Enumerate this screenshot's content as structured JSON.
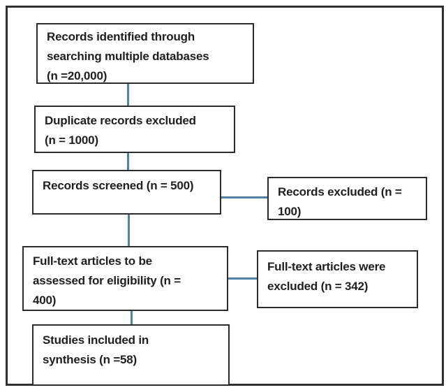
{
  "diagram": {
    "type": "flowchart",
    "nodes": {
      "identified": {
        "text": "Records identified through\nsearching multiple databases\n(n =20,000)",
        "count": "20,000"
      },
      "duplicates_excluded": {
        "text": "Duplicate records excluded\n(n = 1000)",
        "count": "1000"
      },
      "screened": {
        "text": "Records screened (n = 500)",
        "count": "500"
      },
      "records_excluded": {
        "text": "Records excluded (n =\n100)",
        "count": "100"
      },
      "fulltext_assessed": {
        "text": "Full-text articles to be\nassessed for eligibility (n =\n400)",
        "count": "400"
      },
      "fulltext_excluded": {
        "text": "Full-text articles were\nexcluded (n = 342)",
        "count": "342"
      },
      "included": {
        "text": "Studies included in\nsynthesis (n =58)",
        "count": "58"
      }
    },
    "edges": [
      {
        "from": "identified",
        "to": "duplicates_excluded",
        "direction": "down"
      },
      {
        "from": "duplicates_excluded",
        "to": "screened",
        "direction": "down"
      },
      {
        "from": "screened",
        "to": "records_excluded",
        "direction": "right"
      },
      {
        "from": "screened",
        "to": "fulltext_assessed",
        "direction": "down"
      },
      {
        "from": "fulltext_assessed",
        "to": "fulltext_excluded",
        "direction": "right"
      },
      {
        "from": "fulltext_assessed",
        "to": "included",
        "direction": "down"
      }
    ],
    "colors": {
      "connector": "#4f81a5",
      "box_border": "#2b2b2b",
      "frame_border": "#303030",
      "text": "#1f1f1f",
      "background": "#ffffff"
    }
  }
}
